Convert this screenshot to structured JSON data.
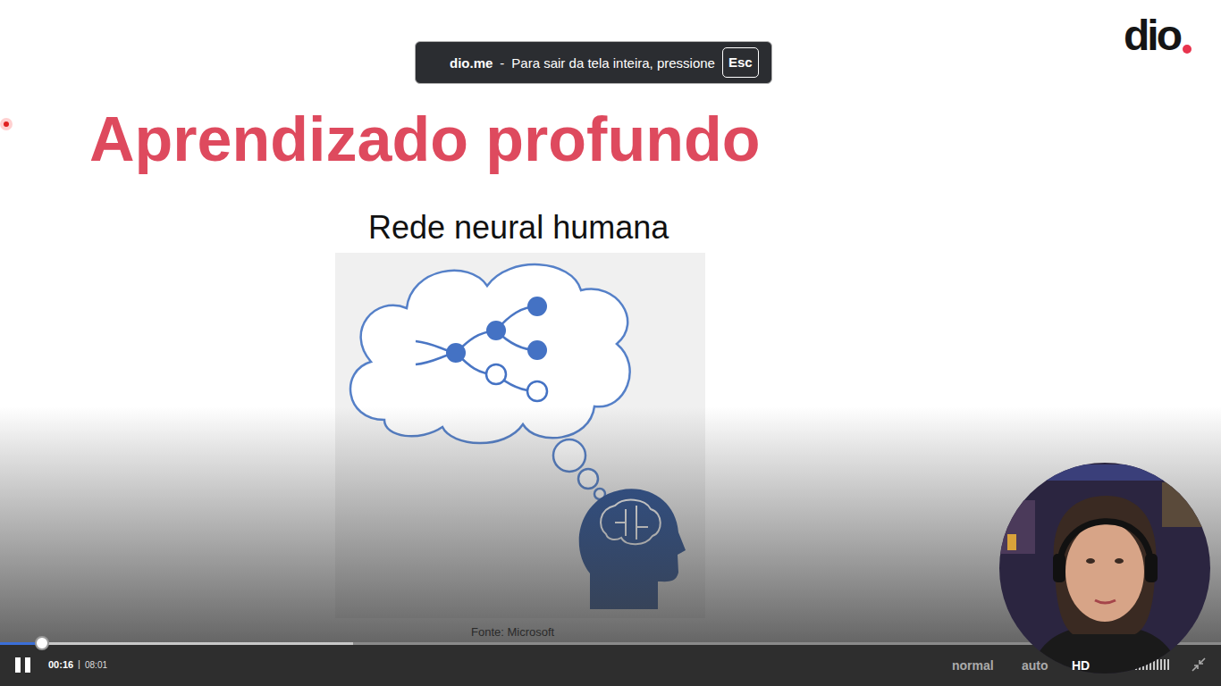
{
  "diagram": {
    "title": "Aprendizado profundo",
    "nodes": [
      {
        "text": [
          "dio.me",
          "-",
          "Para sair da tela inteira, pressione"
        ]
      },
      {
        "text": [
          "Esc"
        ],
        "in": 0
      }
    ],
    "labels": [
      "Rede neural humana",
      "Fonte: Microsoft",
      "dio",
      "00:16",
      "|",
      "08:01",
      "normal",
      "auto",
      "HD"
    ]
  }
}
